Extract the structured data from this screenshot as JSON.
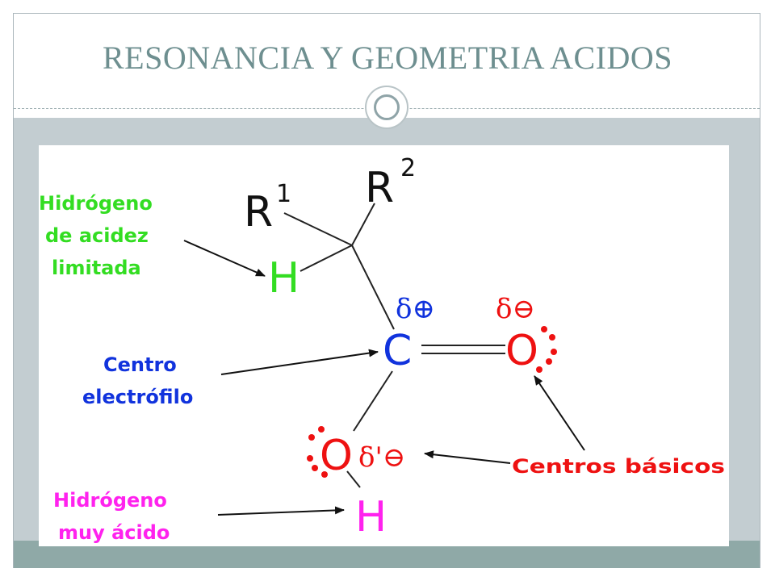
{
  "slide": {
    "title": "RESONANCIA Y GEOMETRIA ACIDOS"
  },
  "diagram": {
    "atoms": {
      "r1": "R",
      "r1_sup": "1",
      "r2": "R",
      "r2_sup": "2",
      "h_alpha": "H",
      "carbon": "C",
      "oxygen_carbonyl": "O",
      "oxygen_hydroxyl": "O",
      "h_acid": "H"
    },
    "charges": {
      "carbon": "δ⊕",
      "oxygen_carbonyl": "δ⊖",
      "oxygen_hydroxyl": "δ'⊖"
    },
    "labels": {
      "alpha_h_line1": "Hidrógeno",
      "alpha_h_line2": "de acidez",
      "alpha_h_line3": "limitada",
      "electrophile_line1": "Centro",
      "electrophile_line2": "electrófilo",
      "acid_h_line1": "Hidrógeno",
      "acid_h_line2": "muy ácido",
      "basic_centers": "Centros básicos"
    },
    "colors": {
      "green": "#33dd22",
      "blue": "#1133dd",
      "red": "#ee1111",
      "magenta": "#ff22ee",
      "black": "#111111"
    }
  }
}
